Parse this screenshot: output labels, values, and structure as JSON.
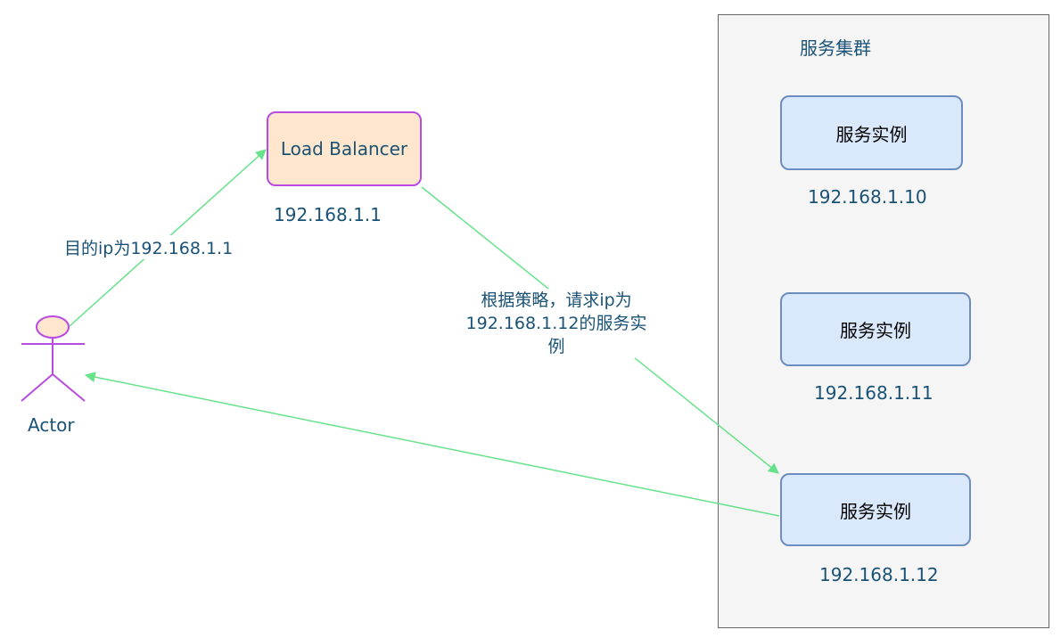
{
  "actor": {
    "label": "Actor"
  },
  "load_balancer": {
    "label": "Load Balancer",
    "ip": "192.168.1.1"
  },
  "cluster": {
    "title": "服务集群",
    "instances": [
      {
        "label": "服务实例",
        "ip": "192.168.1.10"
      },
      {
        "label": "服务实例",
        "ip": "192.168.1.11"
      },
      {
        "label": "服务实例",
        "ip": "192.168.1.12"
      }
    ]
  },
  "edges": {
    "actor_to_lb": "目的ip为192.168.1.1",
    "lb_to_instance": "根据策略，请求ip为\n192.168.1.12的服务实\n例"
  },
  "colors": {
    "edge": "#66e28a",
    "actor_stroke": "#b84be0",
    "actor_head_fill": "#ffe6cc",
    "lb_fill": "#ffe6cc",
    "lb_stroke": "#b84be0",
    "instance_fill": "#dae8fc",
    "instance_stroke": "#6c8ebf",
    "cluster_fill": "#f5f5f5",
    "text": "#1a5276"
  }
}
